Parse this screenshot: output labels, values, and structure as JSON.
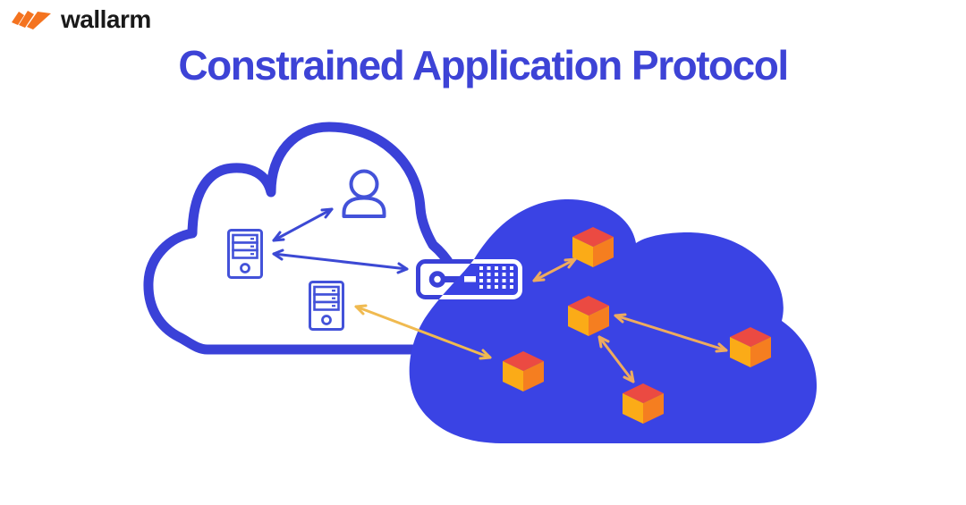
{
  "brand": {
    "name": "wallarm",
    "logo_icon": "wallarm-flash-icon"
  },
  "title": "Constrained Application Protocol",
  "colors": {
    "background": "#ffffff",
    "cloud_blue": "#3a43e4",
    "outline_blue": "#3a41d8",
    "icon_blue": "#4352d9",
    "arrow_blue": "#3c49d4",
    "title_blue": "#3d43d6",
    "logo_text": "#191919",
    "logo_orange": "#f4731f",
    "cube_top": "#eb4a42",
    "cube_left": "#fbab17",
    "cube_right": "#f57e20",
    "arrow_orange": "#eeab5e",
    "arrow_yellow": "#f0ba50"
  },
  "diagram": {
    "left_cloud": {
      "kind": "outlined-cloud",
      "nodes": [
        {
          "id": "user",
          "icon": "user-icon"
        },
        {
          "id": "server-1",
          "icon": "server-tower-icon"
        },
        {
          "id": "server-2",
          "icon": "server-tower-icon"
        }
      ]
    },
    "gateway": {
      "id": "gateway",
      "icon": "coap-gateway-device-icon"
    },
    "right_cloud": {
      "kind": "solid-cloud",
      "nodes": [
        {
          "id": "node-1",
          "icon": "cube-icon"
        },
        {
          "id": "node-2",
          "icon": "cube-icon"
        },
        {
          "id": "node-3",
          "icon": "cube-icon"
        },
        {
          "id": "node-4",
          "icon": "cube-icon"
        },
        {
          "id": "node-5",
          "icon": "cube-icon"
        }
      ]
    },
    "connections": [
      {
        "from": "server-1",
        "to": "user",
        "bidirectional": true,
        "color_key": "arrow_blue"
      },
      {
        "from": "server-1",
        "to": "gateway",
        "bidirectional": true,
        "color_key": "arrow_blue"
      },
      {
        "from": "gateway",
        "to": "node-1",
        "bidirectional": true,
        "color_key": "arrow_orange"
      },
      {
        "from": "node-2",
        "to": "node-3",
        "bidirectional": true,
        "color_key": "arrow_orange"
      },
      {
        "from": "node-2",
        "to": "node-5",
        "bidirectional": true,
        "color_key": "arrow_orange"
      },
      {
        "from": "server-2",
        "to": "node-4",
        "bidirectional": true,
        "color_key": "arrow_yellow"
      }
    ]
  }
}
